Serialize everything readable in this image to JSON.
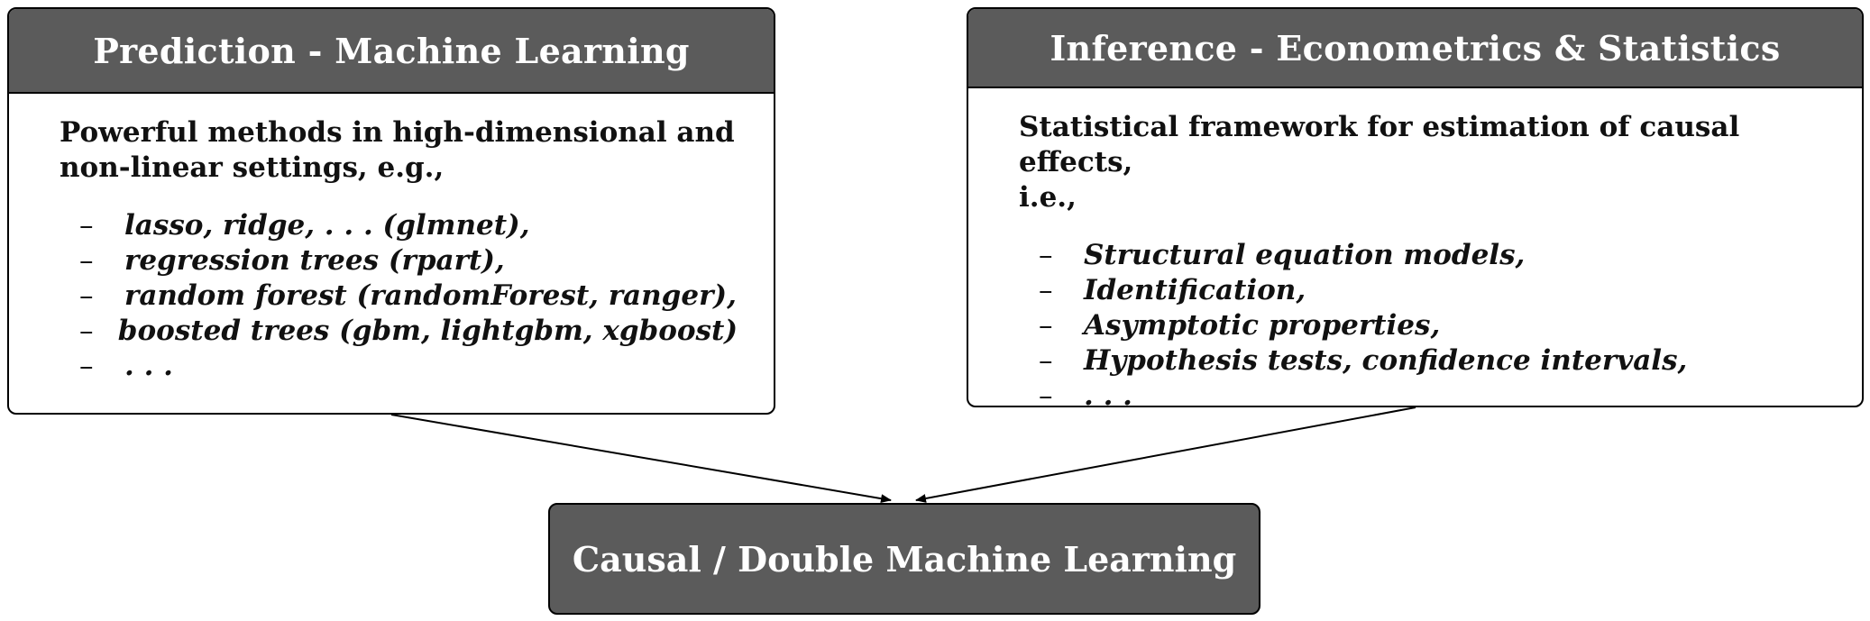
{
  "left_box": {
    "title": "Prediction - Machine Learning",
    "intro_line1": "Powerful methods in high-dimensional and",
    "intro_line2": "non-linear settings, e.g.,",
    "items": [
      "lasso, ridge, . . . (glmnet),",
      "regression trees (rpart),",
      "random forest (randomForest, ranger),",
      "boosted trees (gbm, lightgbm, xgboost)",
      ". . ."
    ]
  },
  "right_box": {
    "title": "Inference - Econometrics & Statistics",
    "intro_line1": "Statistical framework for estimation of causal effects,",
    "intro_line2": "i.e.,",
    "items": [
      "Structural equation models,",
      "Identification,",
      "Asymptotic properties,",
      "Hypothesis tests, confidence intervals,",
      ". . ."
    ]
  },
  "bottom_box": {
    "title": "Causal / Double Machine Learning"
  },
  "list_marker": "–",
  "colors": {
    "header_fill": "#5b5b5b",
    "header_text": "#ffffff",
    "border": "#000000",
    "body_text": "#111111"
  }
}
